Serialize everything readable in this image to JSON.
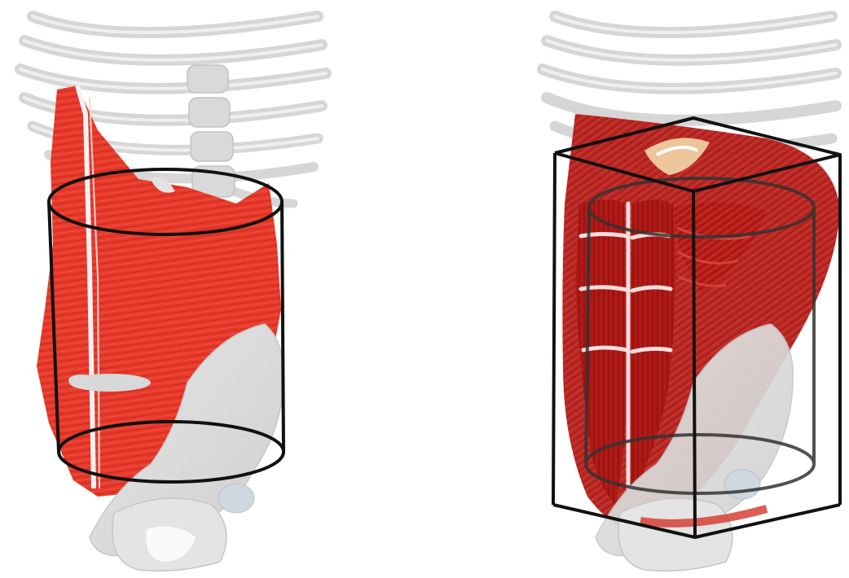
{
  "figure": {
    "panels": [
      {
        "name": "transversus-abdominis-cylinder",
        "muscle_color": "#e8392b",
        "muscle_shade": "#c4221a",
        "outline_color": "#111111",
        "shape": "cylinder"
      },
      {
        "name": "rectus-and-obliques-box",
        "muscle_color": "#b81d18",
        "muscle_shade": "#8e1210",
        "outline_color": "#111111",
        "shape": "box-with-inner-cylinder"
      }
    ],
    "bone_color": "#dcdcdc",
    "bone_edge": "#c4c4c4",
    "background": "#ffffff"
  }
}
